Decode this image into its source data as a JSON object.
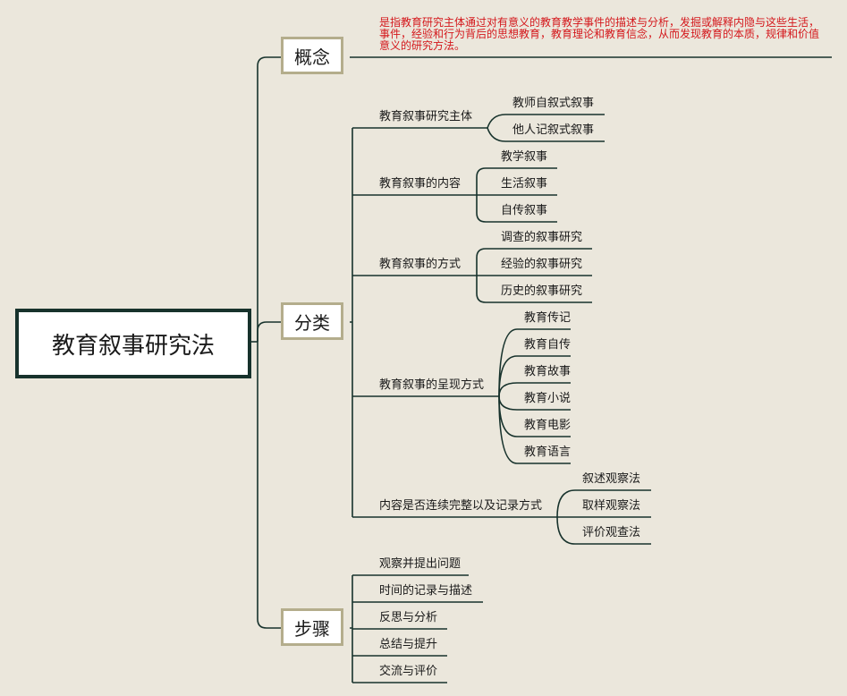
{
  "root": {
    "title": "教育叙事研究法"
  },
  "concept": {
    "label": "概念",
    "description": "是指教育研究主体通过对有意义的教育教学事件的描述与分析，发掘或解释内隐与这些生活，事件，经验和行为背后的思想教育，教育理论和教育信念，从而发现教育的本质，规律和价值意义的研究方法。"
  },
  "classification": {
    "label": "分类",
    "groups": [
      {
        "label": "教育叙事研究主体",
        "items": [
          "教师自叙式叙事",
          "他人记叙式叙事"
        ]
      },
      {
        "label": "教育叙事的内容",
        "items": [
          "教学叙事",
          "生活叙事",
          "自传叙事"
        ]
      },
      {
        "label": "教育叙事的方式",
        "items": [
          "调查的叙事研究",
          "经验的叙事研究",
          "历史的叙事研究"
        ]
      },
      {
        "label": "教育叙事的呈现方式",
        "items": [
          "教育传记",
          "教育自传",
          "教育故事",
          "教育小说",
          "教育电影",
          "教育语言"
        ]
      },
      {
        "label": "内容是否连续完整以及记录方式",
        "items": [
          "叙述观察法",
          "取样观察法",
          "评价观查法"
        ]
      }
    ]
  },
  "steps": {
    "label": "步骤",
    "items": [
      "观察并提出问题",
      "时间的记录与描述",
      "反思与分析",
      "总结与提升",
      "交流与评价"
    ]
  },
  "colors": {
    "line": "#17322c",
    "background": "#ebe7dc",
    "description": "#d4171b",
    "category_border": "#b4ad8c"
  }
}
